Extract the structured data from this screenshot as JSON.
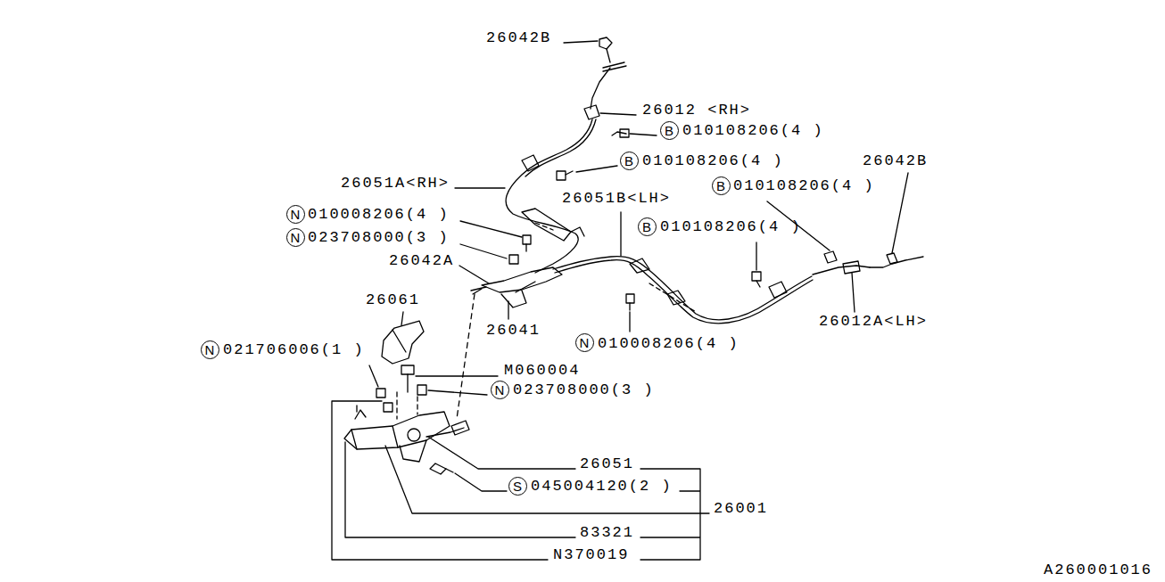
{
  "diagram": {
    "nodes": [
      {
        "text": [
          "B"
        ]
      },
      {
        "text": [
          "B"
        ]
      },
      {
        "text": [
          "B"
        ]
      },
      {
        "text": [
          "N"
        ]
      },
      {
        "text": [
          "B"
        ]
      },
      {
        "text": [
          "N"
        ]
      },
      {
        "text": [
          "N"
        ]
      },
      {
        "text": [
          "N"
        ]
      },
      {
        "text": [
          "N"
        ]
      },
      {
        "text": [
          "S"
        ]
      }
    ],
    "labels": [
      "26042B",
      "26012 <RH>",
      "010108206(4 )",
      "010108206(4 )",
      "26042B",
      "26051A<RH>",
      "010108206(4 )",
      "26051B<LH>",
      "010008206(4 )",
      "010108206(4 )",
      "023708000(3 )",
      "26042A",
      "26061",
      "26012A<LH>",
      "26041",
      "010008206(4 )",
      "021706006(1 )",
      "M060004",
      "023708000(3 )",
      "26051",
      "045004120(2 )",
      "26001",
      "83321",
      "N370019",
      "A260001016"
    ]
  }
}
